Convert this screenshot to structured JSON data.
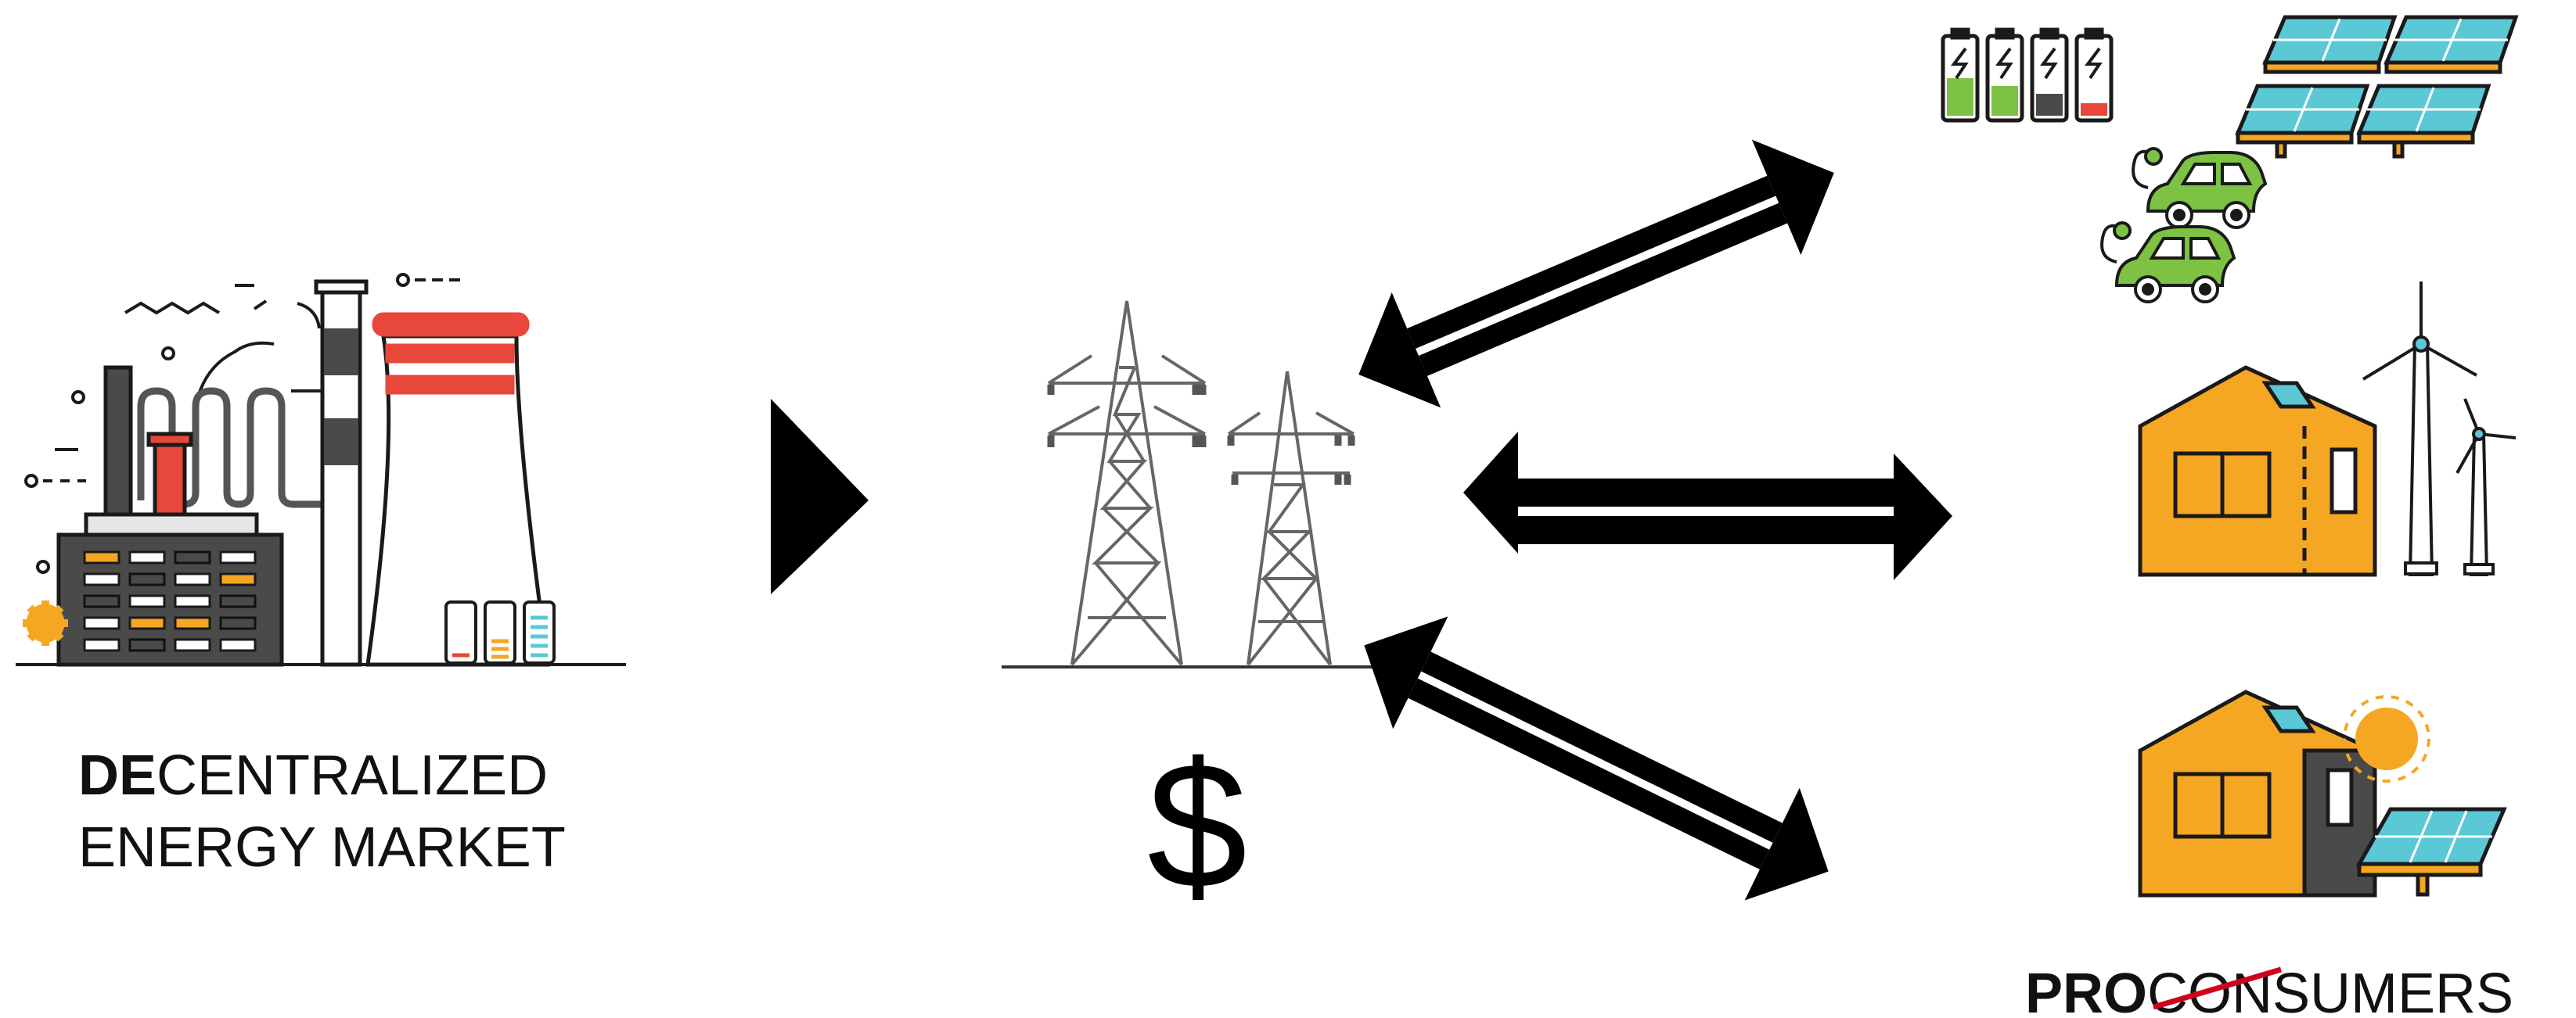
{
  "left_label": {
    "bold_part": "DE",
    "rest_line1": "CENTRALIZED",
    "line2": "ENERGY MARKET"
  },
  "center_label": {
    "currency": "$"
  },
  "right_label": {
    "bold_part": "PRO",
    "struck_part": "CON",
    "rest": "SUMERS"
  },
  "colors": {
    "black": "#000000",
    "orange": "#F5A623",
    "red": "#E8473B",
    "green": "#7DC242",
    "dark_gray": "#4A4A4A",
    "teal": "#5BC8D6",
    "line_gray": "#666666",
    "strike_red": "#D0021B"
  },
  "icons": [
    "power-plant-icon",
    "transmission-tower-icon",
    "battery-icon",
    "solar-panel-icon",
    "electric-car-icon",
    "house-icon",
    "wind-turbine-icon",
    "sun-icon"
  ]
}
